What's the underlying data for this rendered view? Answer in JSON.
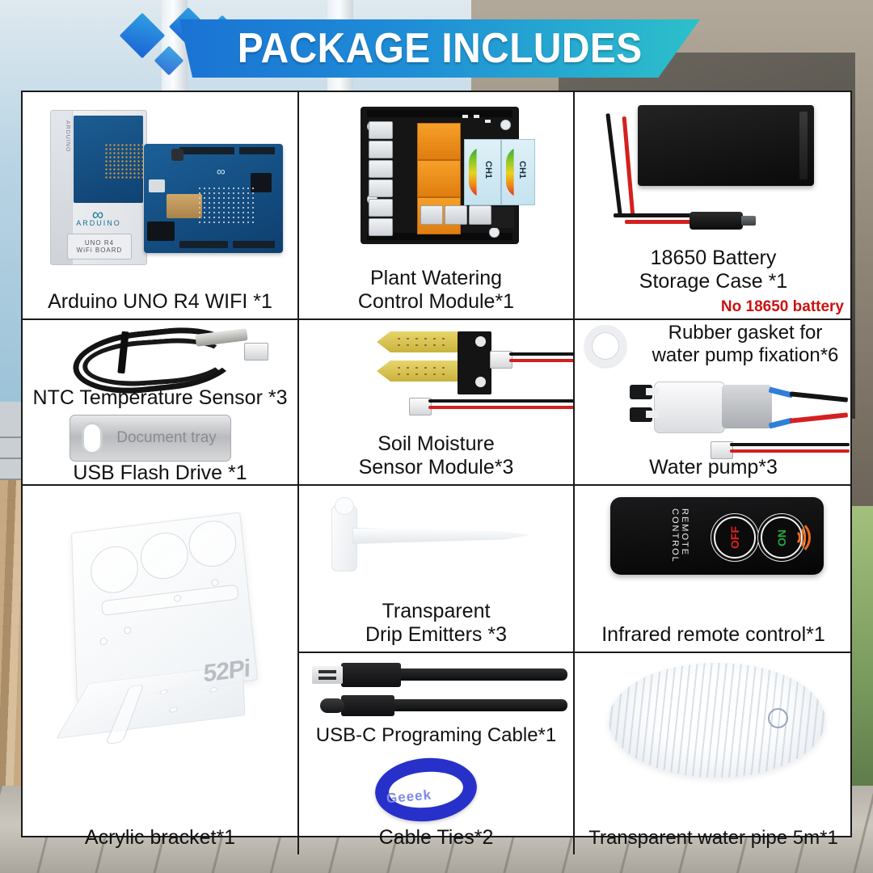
{
  "banner": {
    "title": "PACKAGE INCLUDES"
  },
  "items": {
    "arduino": {
      "caption": "Arduino UNO R4 WIFI *1",
      "box_brand": "ARDUINO",
      "box_line1": "UNO",
      "box_line2": "R4",
      "box_line3": "WiFi BOARD",
      "box_side": "ARDUINO"
    },
    "module": {
      "caption_line1": "Plant Watering",
      "caption_line2": "Control Module*1",
      "gauge1": "CH1",
      "gauge2": "CH1"
    },
    "battery": {
      "caption_line1": "18650 Battery",
      "caption_line2": "Storage Case *1",
      "note": "No 18650 battery"
    },
    "ntc": {
      "caption": "NTC Temperature Sensor *3"
    },
    "usb_drive": {
      "caption": "USB Flash Drive *1",
      "body_label": "Document tray"
    },
    "soil": {
      "caption_line1": "Soil Moisture",
      "caption_line2": "Sensor Module*3"
    },
    "gasket": {
      "caption_line1": "Rubber gasket for",
      "caption_line2": "water pump fixation*6"
    },
    "pump": {
      "caption": "Water pump*3"
    },
    "bracket": {
      "caption": "Acrylic bracket*1",
      "brand": "52Pi"
    },
    "drip": {
      "caption_line1": "Transparent",
      "caption_line2": "Drip Emitters *3"
    },
    "remote": {
      "caption": "Infrared remote control*1",
      "device_label": "REMOTE CONTROL",
      "off_button": "OFF",
      "on_button": "ON"
    },
    "cable": {
      "caption": "USB-C Programing Cable*1"
    },
    "ties": {
      "caption": "Cable Ties*2",
      "brand": "Geeek"
    },
    "pipe": {
      "caption": "Transparent water pipe 5m*1"
    }
  },
  "colors": {
    "banner_start": "#1a73d4",
    "banner_end": "#2cc0cb",
    "note_red": "#cc1111",
    "relay_orange": "#f6a028",
    "tie_blue": "#2731c9",
    "off_red": "#e02222",
    "on_green": "#1faa3c",
    "ir_orange": "#f26a16"
  }
}
